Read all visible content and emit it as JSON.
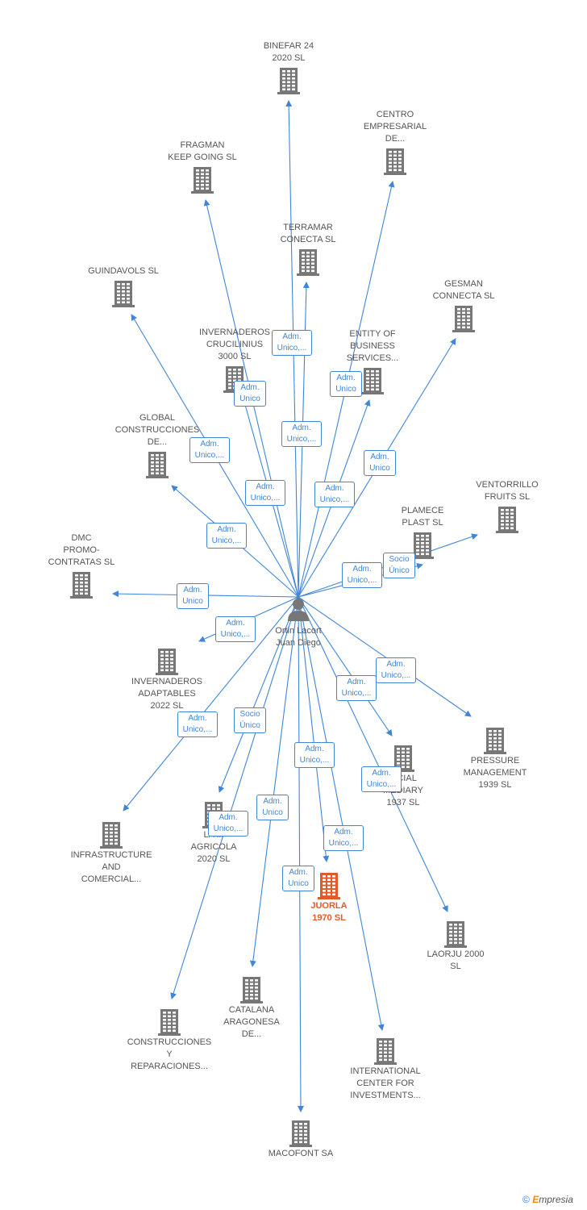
{
  "center": {
    "label": "Ortin Lacort\nJuan Diego"
  },
  "colors": {
    "edge": "#3f86d9",
    "building": "#777777",
    "focus": "#e05a2b"
  },
  "companies": [
    {
      "id": "binefar",
      "label": "BINEFAR 24\n2020  SL",
      "icon": "building-icon"
    },
    {
      "id": "centro",
      "label": "CENTRO\nEMPRESARIAL\nDE...",
      "icon": "building-icon"
    },
    {
      "id": "fragman",
      "label": "FRAGMAN\nKEEP GOING  SL",
      "icon": "building-icon"
    },
    {
      "id": "terramar",
      "label": "TERRAMAR\nCONECTA  SL",
      "icon": "building-icon"
    },
    {
      "id": "guindavols",
      "label": "GUINDAVOLS SL",
      "icon": "building-icon"
    },
    {
      "id": "gesman",
      "label": "GESMAN\nCONNECTA  SL",
      "icon": "building-icon"
    },
    {
      "id": "crucilinius",
      "label": "INVERNADEROS\nCRUCILINIUS\n3000  SL",
      "icon": "building-icon"
    },
    {
      "id": "entity",
      "label": "ENTITY OF\nBUSINESS\nSERVICES...",
      "icon": "building-icon"
    },
    {
      "id": "global",
      "label": "GLOBAL\nCONSTRUCCIONES\nDE...",
      "icon": "building-icon"
    },
    {
      "id": "ventorrillo",
      "label": "VENTORRILLO\nFRUITS  SL",
      "icon": "building-icon"
    },
    {
      "id": "plamece",
      "label": "PLAMECE\nPLAST SL",
      "icon": "building-icon"
    },
    {
      "id": "dmc",
      "label": "DMC\nPROMO-\nCONTRATAS SL",
      "icon": "building-icon"
    },
    {
      "id": "adaptables",
      "label": "INVERNADEROS\nADAPTABLES\n2022  SL",
      "icon": "building-icon"
    },
    {
      "id": "pressure",
      "label": "PRESSURE\nMANAGEMENT\n1939  SL",
      "icon": "building-icon"
    },
    {
      "id": "financial",
      "label": "...CIAL\n...EDIARY\n1937  SL",
      "icon": "building-icon"
    },
    {
      "id": "infrastructure",
      "label": "INFRASTRUCTURE\nAND\nCOMERCIAL...",
      "icon": "building-icon"
    },
    {
      "id": "agricola",
      "label": "LA ...\nAGRICOLA\n2020  SL",
      "icon": "building-icon"
    },
    {
      "id": "juorla",
      "label": "JUORLA\n1970  SL",
      "icon": "building-icon",
      "focus": true
    },
    {
      "id": "laorju",
      "label": "LAORJU 2000\nSL",
      "icon": "building-icon"
    },
    {
      "id": "catalana",
      "label": "CATALANA\nARAGONESA\nDE...",
      "icon": "building-icon"
    },
    {
      "id": "construcciones",
      "label": "CONSTRUCCIONES\nY\nREPARACIONES...",
      "icon": "building-icon"
    },
    {
      "id": "international",
      "label": "INTERNATIONAL\nCENTER FOR\nINVESTMENTS...",
      "icon": "building-icon"
    },
    {
      "id": "macofont",
      "label": "MACOFONT SA",
      "icon": "building-icon"
    }
  ],
  "roles": [
    {
      "target": "terramar",
      "text": "Adm.\nUnico,..."
    },
    {
      "target": "entity",
      "text": "Adm.\nUnico"
    },
    {
      "target": "crucilinius",
      "text": "Adm.\nUnico"
    },
    {
      "target": "terramar2",
      "text": "Adm.\nUnico,..."
    },
    {
      "target": "global",
      "text": "Adm.\nUnico,..."
    },
    {
      "target": "gesman",
      "text": "Adm.\nUnico"
    },
    {
      "target": "fragman",
      "text": "Adm.\nUnico,..."
    },
    {
      "target": "centro",
      "text": "Adm.\nUnico,..."
    },
    {
      "target": "guindavols",
      "text": "Adm.\nUnico,..."
    },
    {
      "target": "ventorrillo",
      "text": "Socio\nÚnico"
    },
    {
      "target": "plamece",
      "text": "Adm.\nUnico,..."
    },
    {
      "target": "dmc",
      "text": "Adm.\nUnico"
    },
    {
      "target": "adaptables",
      "text": "Adm.\nUnico,..."
    },
    {
      "target": "pressure",
      "text": "Adm.\nUnico,..."
    },
    {
      "target": "financial",
      "text": "Adm.\nUnico,..."
    },
    {
      "target": "infrastructure",
      "text": "Adm.\nUnico,..."
    },
    {
      "target": "agricola",
      "text": "Socio\nÚnico"
    },
    {
      "target": "juorla",
      "text": "Adm.\nUnico,..."
    },
    {
      "target": "laorju",
      "text": "Adm.\nUnico,..."
    },
    {
      "target": "catalana",
      "text": "Adm.\nUnico"
    },
    {
      "target": "construcciones",
      "text": "Adm.\nUnico,..."
    },
    {
      "target": "international",
      "text": "Adm.\nUnico,..."
    },
    {
      "target": "macofont",
      "text": "Adm.\nUnico"
    }
  ],
  "footer": {
    "copyright": "©",
    "brand_first": "E",
    "brand_rest": "mpresia"
  }
}
